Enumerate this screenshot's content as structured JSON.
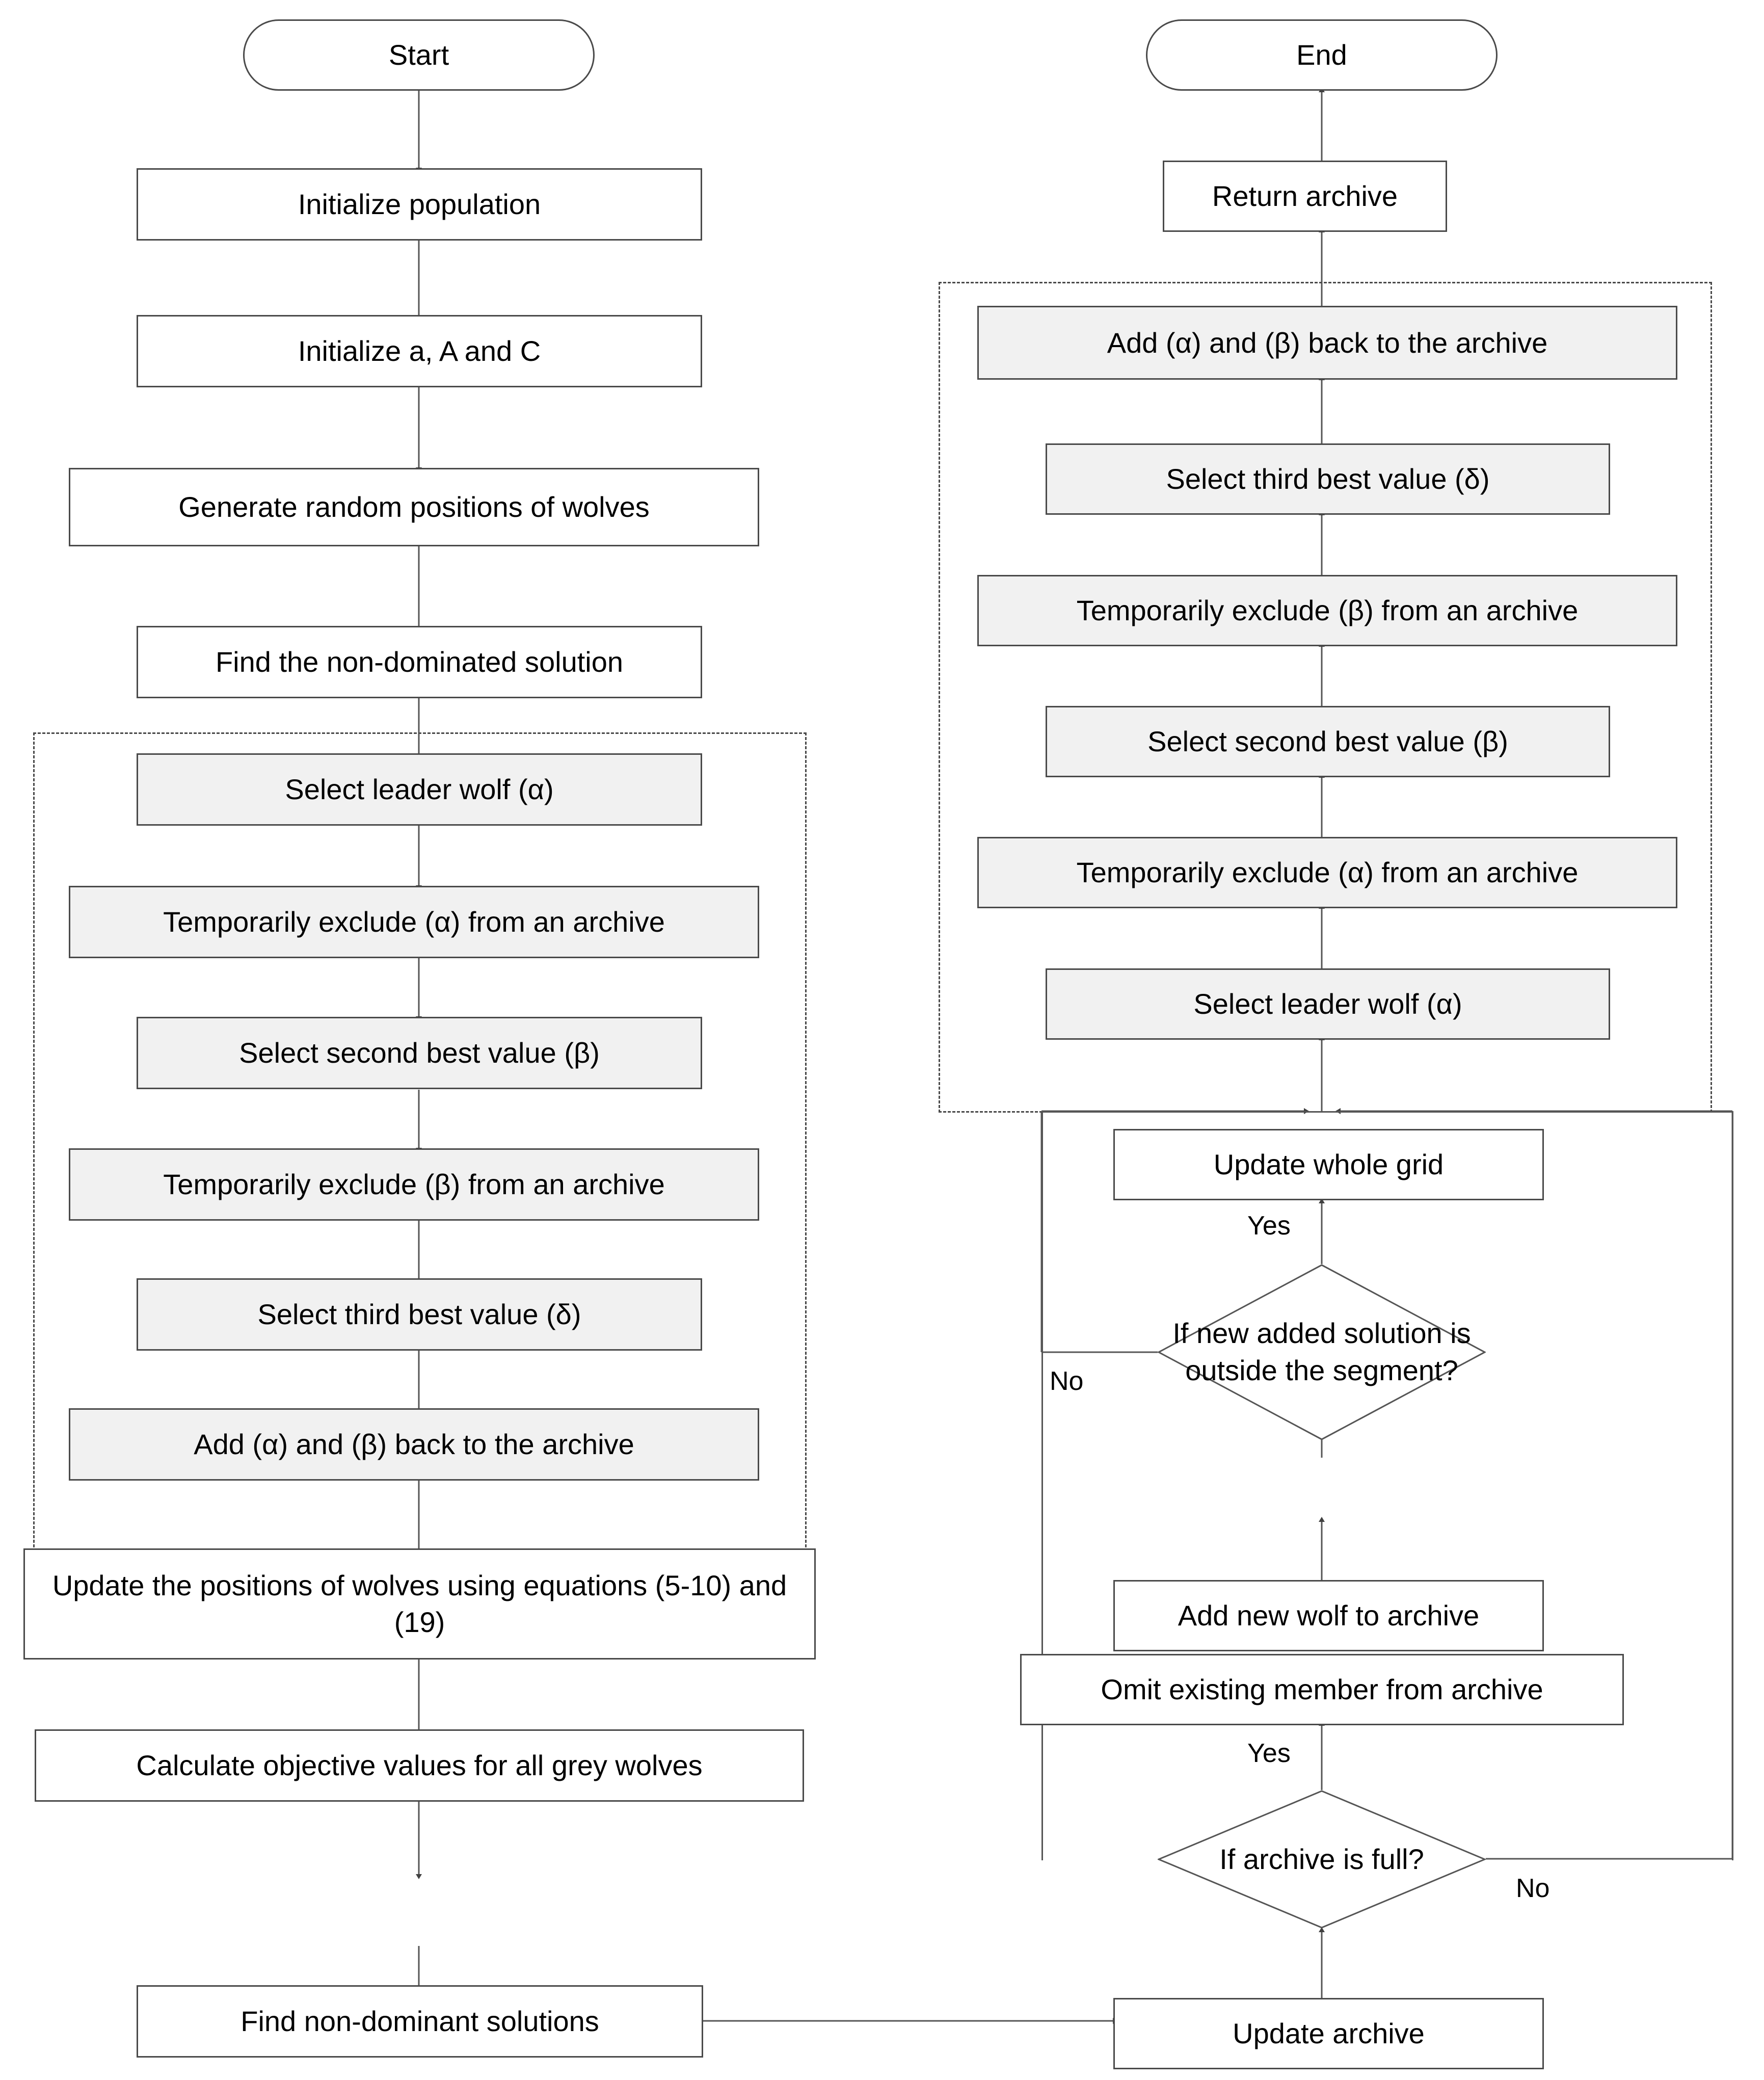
{
  "diagram": {
    "title": "Multi-objective Grey Wolf Optimizer flowchart",
    "colors": {
      "stroke": "#4a4a4a",
      "grey_fill": "#f1f1f1",
      "white_fill": "#ffffff",
      "arrow": "#404040",
      "text": "#000000"
    },
    "nodes": {
      "start": "Start",
      "end": "End",
      "initialize_population": "Initialize population",
      "initialize_a_A_C": "Initialize a, A and C",
      "generate_random_positions": "Generate random positions of wolves",
      "find_non_dominated": "Find the non-dominated solution",
      "left_select_leader": "Select leader wolf (α)",
      "left_exclude_alpha": "Temporarily exclude (α) from an archive",
      "left_select_second": "Select second best value (β)",
      "left_exclude_beta": "Temporarily exclude (β) from an archive",
      "left_select_third": "Select third best value (δ)",
      "left_add_back": "Add (α) and (β) back to the archive",
      "update_positions": "Update the positions of wolves using equations (5-10) and (19)",
      "calculate_objective": "Calculate objective values for all grey wolves",
      "find_non_dominant": "Find non-dominant solutions",
      "return_archive": "Return archive",
      "right_add_back": "Add (α) and (β) back to the archive",
      "right_select_third": "Select third best value (δ)",
      "right_exclude_beta": "Temporarily exclude (β) from an archive",
      "right_select_second": "Select second best value (β)",
      "right_exclude_alpha": "Temporarily exclude (α) from an archive",
      "right_select_leader": "Select leader wolf (α)",
      "update_whole_grid": "Update whole grid",
      "decision_segment": "If new added solution is outside the segment?",
      "add_new_wolf": "Add new wolf to archive",
      "omit_existing_member": "Omit existing member from archive",
      "decision_archive_full": "If archive is full?",
      "update_archive": "Update archive"
    },
    "edge_labels": {
      "segment_yes": "Yes",
      "segment_no": "No",
      "archive_full_yes": "Yes",
      "archive_full_no": "No"
    }
  }
}
